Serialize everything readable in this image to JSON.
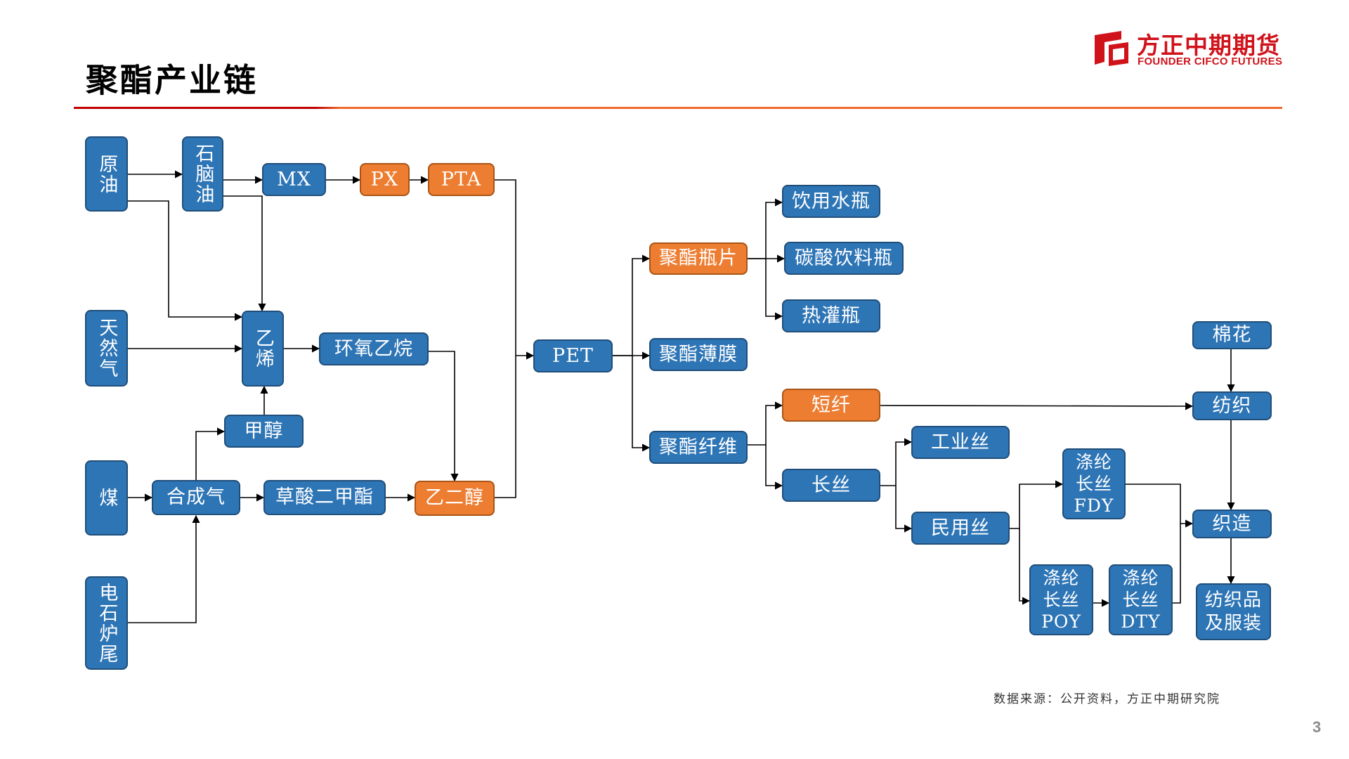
{
  "header": {
    "title": "聚酯产业链",
    "logo_cn": "方正中期期货",
    "logo_en": "FOUNDER CIFCO FUTURES",
    "logo_icon": "founder-logo-icon"
  },
  "colors": {
    "node_blue": "#2e75b6",
    "node_orange": "#ed7d31",
    "brand_red": "#d0121b",
    "rule_orange": "#ef6b2d"
  },
  "nodes": {
    "crude_oil": "原油",
    "naphtha": "石脑油",
    "mx": "MX",
    "px": "PX",
    "pta": "PTA",
    "natural_gas": "天然气",
    "ethylene": "乙烯",
    "ethylene_oxide": "环氧乙烷",
    "methanol": "甲醇",
    "coal": "煤",
    "syngas": "合成气",
    "dimethyl_oxalate": "草酸二甲酯",
    "ethylene_glycol": "乙二醇",
    "calcium_carbide_tail": "电石炉尾",
    "pet": "PET",
    "polyester_chips": "聚酯瓶片",
    "water_bottle": "饮用水瓶",
    "carbonated_bottle": "碳酸饮料瓶",
    "hot_fill_bottle": "热灌瓶",
    "polyester_film": "聚酯薄膜",
    "polyester_fiber": "聚酯纤维",
    "staple_fiber": "短纤",
    "filament": "长丝",
    "industrial_yarn": "工业丝",
    "civil_yarn": "民用丝",
    "fdy": "涤纶\n长丝\nFDY",
    "poy": "涤纶\n长丝\nPOY",
    "dty": "涤纶\n长丝\nDTY",
    "cotton": "棉花",
    "spinning": "纺织",
    "weaving": "织造",
    "textiles_apparel": "纺织品\n及服装"
  },
  "footer": {
    "source": "数据来源：公开资料，方正中期研究院",
    "page_number": "3"
  }
}
